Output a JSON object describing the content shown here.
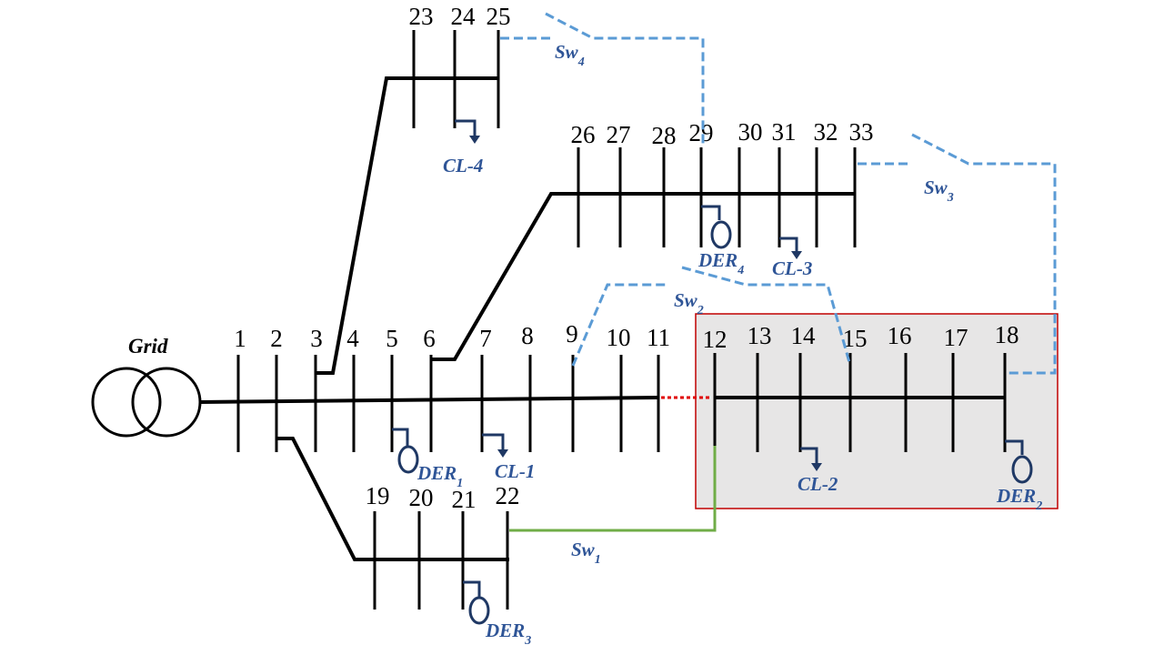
{
  "grid_label": "Grid",
  "buses": [
    "1",
    "2",
    "3",
    "4",
    "5",
    "6",
    "7",
    "8",
    "9",
    "10",
    "11",
    "12",
    "13",
    "14",
    "15",
    "16",
    "17",
    "18",
    "19",
    "20",
    "21",
    "22",
    "23",
    "24",
    "25",
    "26",
    "27",
    "28",
    "29",
    "30",
    "31",
    "32",
    "33"
  ],
  "switches": {
    "sw1": {
      "base": "Sw",
      "sub": "1",
      "style": "solid"
    },
    "sw2": {
      "base": "Sw",
      "sub": "2",
      "style": "dashed"
    },
    "sw3": {
      "base": "Sw",
      "sub": "3",
      "style": "dashed"
    },
    "sw4": {
      "base": "Sw",
      "sub": "4",
      "style": "dashed"
    }
  },
  "ders": {
    "der1": {
      "base": "DER",
      "sub": "1"
    },
    "der2": {
      "base": "DER",
      "sub": "2"
    },
    "der3": {
      "base": "DER",
      "sub": "3"
    },
    "der4": {
      "base": "DER",
      "sub": "4"
    }
  },
  "loads": {
    "cl1": "CL-1",
    "cl2": "CL-2",
    "cl3": "CL-3",
    "cl4": "CL-4"
  },
  "colors": {
    "line": "#000000",
    "tie_switch_dashed": "#5b9bd5",
    "tie_switch_solid": "#70ad47",
    "open_line": "#e00000",
    "device": "#1f3864",
    "label_blue": "#2f5597",
    "zone_fill": "#e7e6e6",
    "zone_border": "#c00000"
  }
}
